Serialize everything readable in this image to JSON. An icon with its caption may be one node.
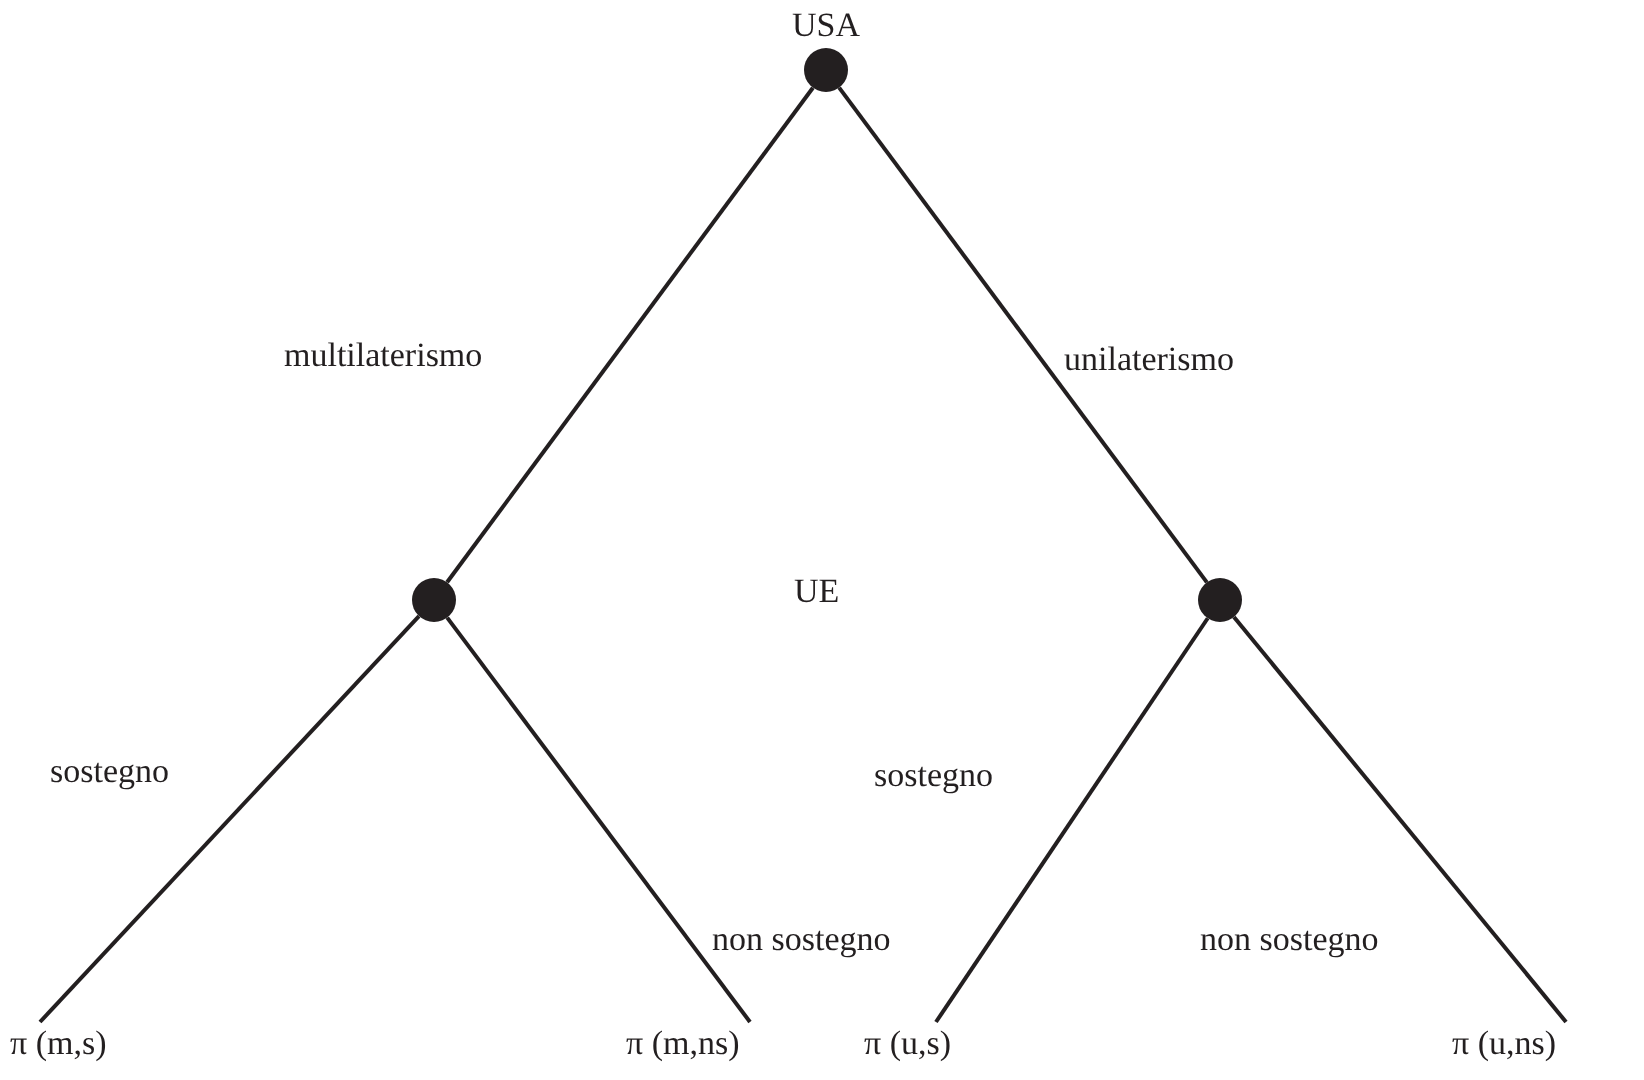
{
  "diagram": {
    "nodes": [
      {
        "text": [
          "USA"
        ]
      },
      {
        "text": [],
        "shape": "circle"
      },
      {
        "text": [],
        "shape": "circle"
      },
      {
        "text": [
          "π (m,s)"
        ]
      },
      {
        "text": [
          "π (m,ns)"
        ]
      },
      {
        "text": [
          "π (u,s)"
        ]
      },
      {
        "text": [
          "π (u,ns)"
        ]
      }
    ],
    "edges": [
      {
        "from": 0,
        "to": 1,
        "arrow": "none",
        "label": "multilaterismo"
      },
      {
        "from": 0,
        "to": 2,
        "arrow": "none",
        "label": "unilaterismo"
      },
      {
        "from": 1,
        "to": 3,
        "arrow": "none",
        "label": "sostegno"
      },
      {
        "from": 1,
        "to": 4,
        "arrow": "none",
        "label": "non sostegno"
      },
      {
        "from": 2,
        "to": 5,
        "arrow": "none",
        "label": "sostegno"
      },
      {
        "from": 2,
        "to": 6,
        "arrow": "none",
        "label": "non sostegno"
      }
    ],
    "labels": [
      "UE"
    ]
  }
}
